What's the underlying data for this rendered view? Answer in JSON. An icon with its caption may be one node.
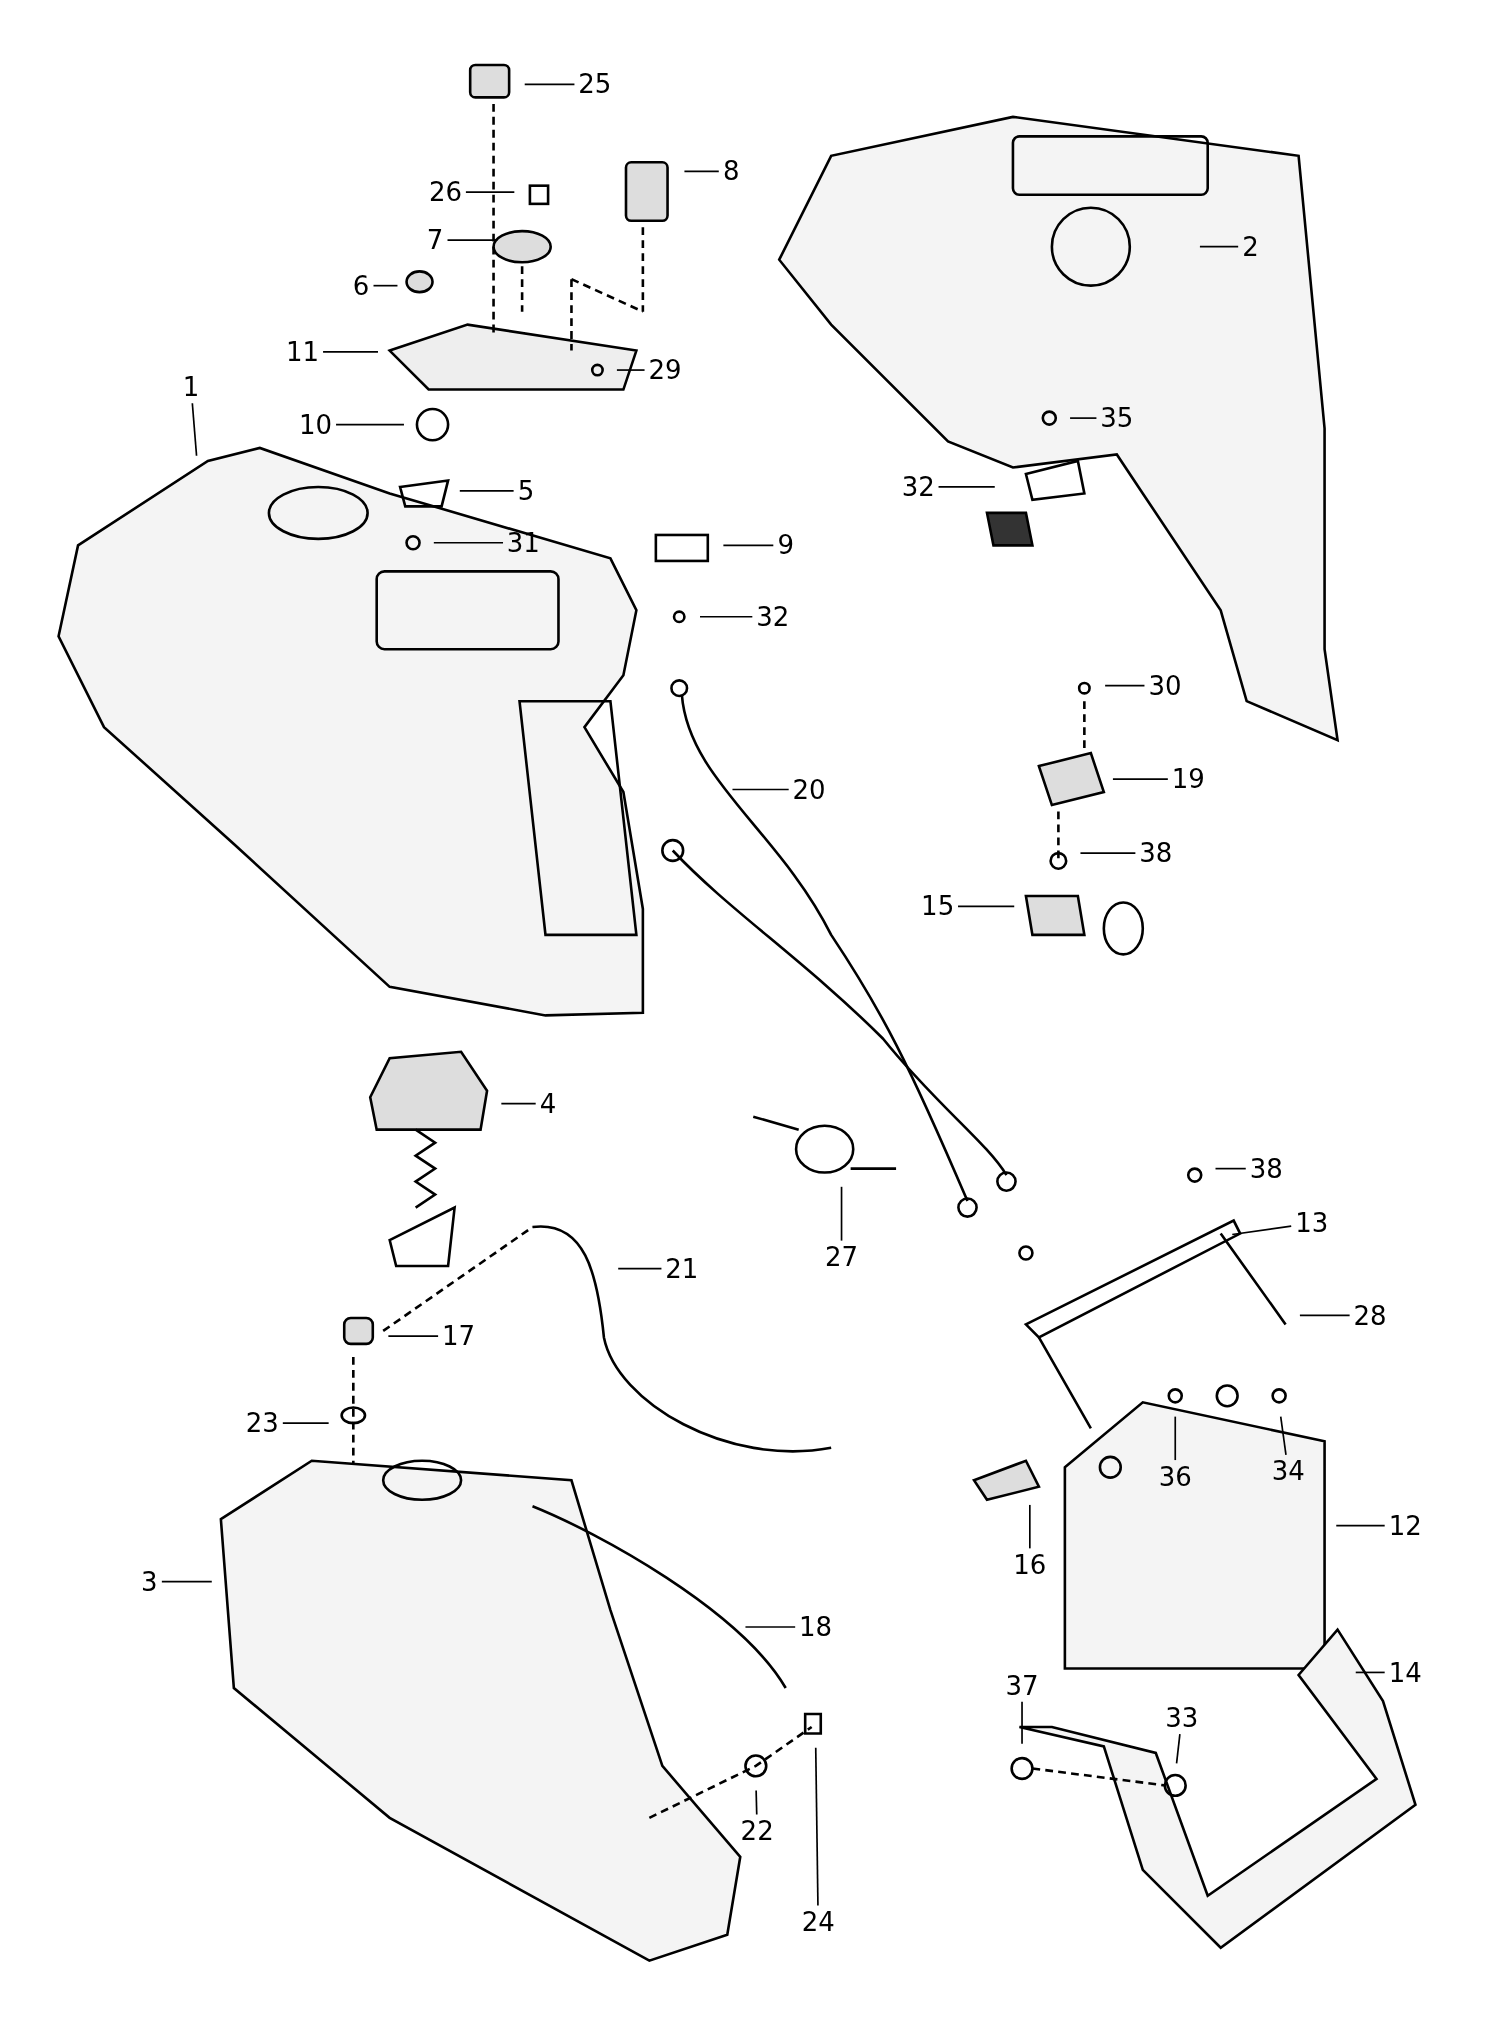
{
  "diagram": {
    "nodes": [
      {
        "text": [
          "25"
        ]
      },
      {
        "text": [
          "26"
        ]
      },
      {
        "text": [
          "8"
        ]
      },
      {
        "text": [
          "7"
        ]
      },
      {
        "text": [
          "6"
        ]
      },
      {
        "text": [
          "11"
        ]
      },
      {
        "text": [
          "29"
        ]
      },
      {
        "text": [
          "1"
        ]
      },
      {
        "text": [
          "10"
        ]
      },
      {
        "text": [
          "5"
        ]
      },
      {
        "text": [
          "31"
        ]
      },
      {
        "text": [
          "2"
        ]
      },
      {
        "text": [
          "35"
        ]
      },
      {
        "text": [
          "32"
        ]
      },
      {
        "text": [
          "9"
        ]
      },
      {
        "text": [
          "32"
        ]
      },
      {
        "text": [
          "30"
        ]
      },
      {
        "text": [
          "20"
        ]
      },
      {
        "text": [
          "19"
        ]
      },
      {
        "text": [
          "38"
        ]
      },
      {
        "text": [
          "15"
        ]
      },
      {
        "text": [
          "4"
        ]
      },
      {
        "text": [
          "27"
        ]
      },
      {
        "text": [
          "38"
        ]
      },
      {
        "text": [
          "13"
        ]
      },
      {
        "text": [
          "28"
        ]
      },
      {
        "text": [
          "21"
        ]
      },
      {
        "text": [
          "17"
        ]
      },
      {
        "text": [
          "23"
        ]
      },
      {
        "text": [
          "3"
        ]
      },
      {
        "text": [
          "18"
        ]
      },
      {
        "text": [
          "36"
        ]
      },
      {
        "text": [
          "34"
        ]
      },
      {
        "text": [
          "12"
        ]
      },
      {
        "text": [
          "16"
        ]
      },
      {
        "text": [
          "14"
        ]
      },
      {
        "text": [
          "37"
        ]
      },
      {
        "text": [
          "33"
        ]
      },
      {
        "text": [
          "22"
        ]
      },
      {
        "text": [
          "24"
        ]
      }
    ],
    "edges": [
      {
        "from": 0,
        "to": null,
        "arrow": "none"
      },
      {
        "from": 1,
        "to": null,
        "arrow": "none"
      },
      {
        "from": 2,
        "to": null,
        "arrow": "none"
      },
      {
        "from": 3,
        "to": null,
        "arrow": "none"
      },
      {
        "from": 4,
        "to": null,
        "arrow": "none"
      },
      {
        "from": 5,
        "to": null,
        "arrow": "none"
      },
      {
        "from": 6,
        "to": null,
        "arrow": "none"
      },
      {
        "from": 7,
        "to": null,
        "arrow": "none"
      },
      {
        "from": 8,
        "to": null,
        "arrow": "none"
      },
      {
        "from": 9,
        "to": null,
        "arrow": "none"
      },
      {
        "from": 10,
        "to": null,
        "arrow": "none"
      },
      {
        "from": 11,
        "to": null,
        "arrow": "none"
      },
      {
        "from": 12,
        "to": null,
        "arrow": "none"
      },
      {
        "from": 13,
        "to": null,
        "arrow": "none"
      },
      {
        "from": 14,
        "to": null,
        "arrow": "none"
      },
      {
        "from": 15,
        "to": null,
        "arrow": "none"
      },
      {
        "from": 16,
        "to": null,
        "arrow": "none"
      },
      {
        "from": 17,
        "to": null,
        "arrow": "none"
      },
      {
        "from": 18,
        "to": null,
        "arrow": "none"
      },
      {
        "from": 19,
        "to": null,
        "arrow": "none"
      },
      {
        "from": 20,
        "to": null,
        "arrow": "none"
      },
      {
        "from": 21,
        "to": null,
        "arrow": "none"
      },
      {
        "from": 22,
        "to": null,
        "arrow": "none"
      },
      {
        "from": 23,
        "to": null,
        "arrow": "none"
      },
      {
        "from": 24,
        "to": null,
        "arrow": "none"
      },
      {
        "from": 25,
        "to": null,
        "arrow": "none"
      },
      {
        "from": 26,
        "to": null,
        "arrow": "none"
      },
      {
        "from": 27,
        "to": null,
        "arrow": "none"
      },
      {
        "from": 28,
        "to": null,
        "arrow": "none"
      },
      {
        "from": 29,
        "to": null,
        "arrow": "none"
      },
      {
        "from": 30,
        "to": null,
        "arrow": "none"
      },
      {
        "from": 31,
        "to": null,
        "arrow": "none"
      },
      {
        "from": 32,
        "to": null,
        "arrow": "none"
      },
      {
        "from": 33,
        "to": null,
        "arrow": "none"
      },
      {
        "from": 34,
        "to": null,
        "arrow": "none"
      },
      {
        "from": 35,
        "to": null,
        "arrow": "none"
      },
      {
        "from": 36,
        "to": null,
        "arrow": "none"
      },
      {
        "from": 37,
        "to": null,
        "arrow": "none"
      },
      {
        "from": 38,
        "to": null,
        "arrow": "none"
      },
      {
        "from": 39,
        "to": null,
        "arrow": "none"
      }
    ]
  }
}
